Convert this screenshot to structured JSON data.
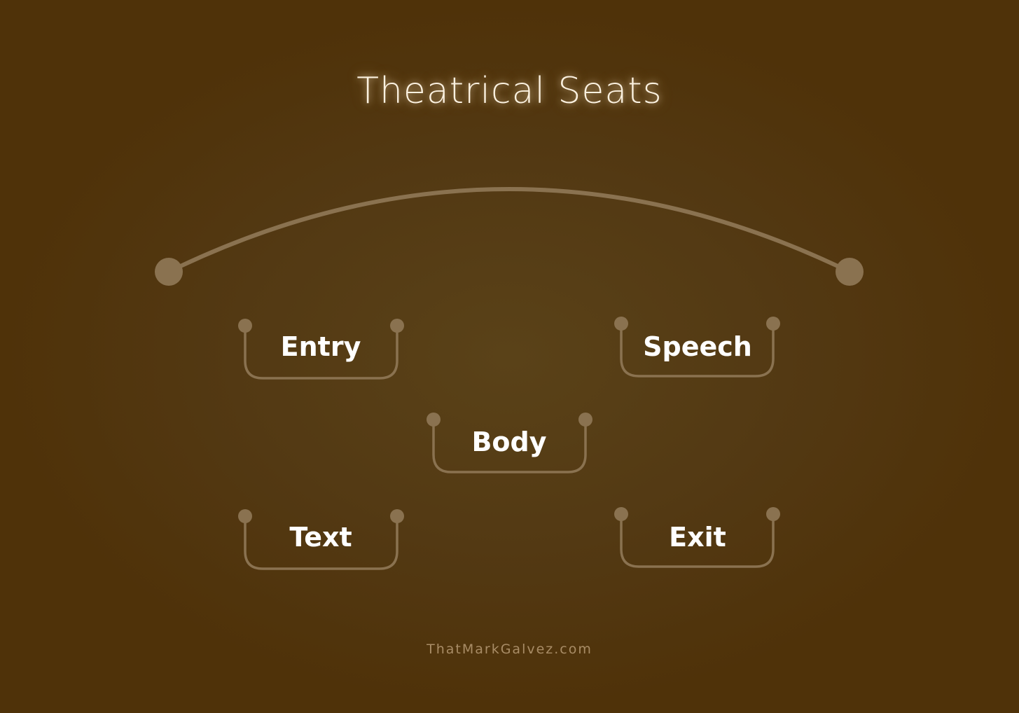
{
  "title": "Theatrical Seats",
  "seats": {
    "entry": "Entry",
    "speech": "Speech",
    "body": "Body",
    "text": "Text",
    "exit": "Exit"
  },
  "footer": "ThatMarkGalvez.com",
  "colors": {
    "background": "#533913",
    "line": "#8a7250",
    "label": "#ffffff",
    "title": "#fbf1e0"
  }
}
